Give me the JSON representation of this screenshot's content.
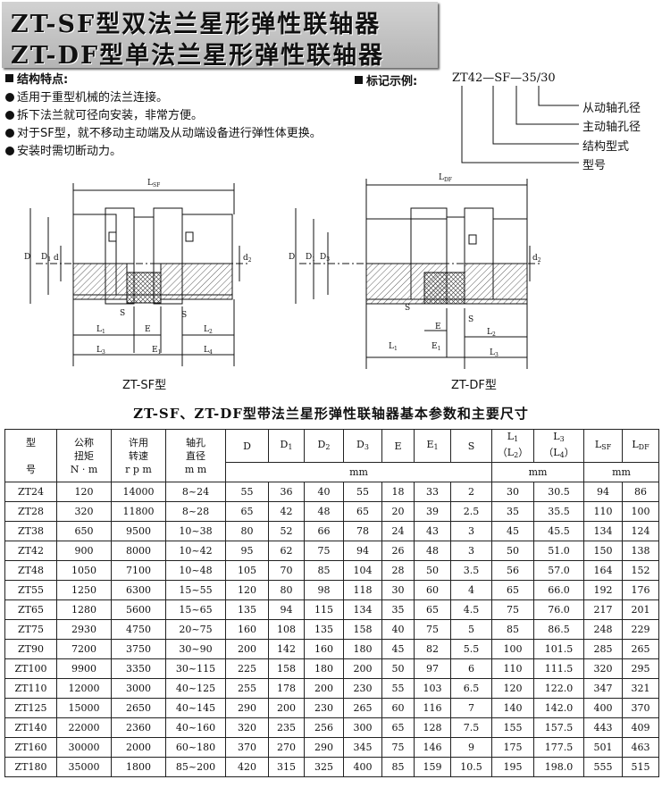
{
  "title": {
    "line1": "ZT-SF型双法兰星形弹性联轴器",
    "line2": "ZT-DF型单法兰星形弹性联轴器"
  },
  "features": {
    "heading": "结构特点:",
    "items": [
      "适用于重型机械的法兰连接。",
      "拆下法兰就可径向安装，非常方便。",
      "对于SF型，就不移动主动端及从动端设备进行弹性体更换。",
      "安装时需切断动力。"
    ]
  },
  "example": {
    "heading": "标记示例:",
    "code": "ZT42—SF—35/30",
    "labels": [
      "从动轴孔径",
      "主动轴孔径",
      "结构型式",
      "型号"
    ]
  },
  "drawings": {
    "sf_caption": "ZT-SF型",
    "df_caption": "ZT-DF型",
    "sf_labels": {
      "lsf": "L",
      "lsf_sub": "SF",
      "d_outer": "D",
      "d1": "D",
      "d1_sub": "1",
      "d_bore": "d",
      "d_bore2": "d",
      "d_bore2_sub": "2",
      "s1": "S",
      "s2": "S",
      "l1": "L",
      "l1_sub": "1",
      "e": "E",
      "l2": "L",
      "l2_sub": "2",
      "l3": "L",
      "l3_sub": "3",
      "e1": "E",
      "e1_sub": "1",
      "l4": "L",
      "l4_sub": "4"
    },
    "df_labels": {
      "ldf": "L",
      "ldf_sub": "DF",
      "d_outer": "D",
      "d1": "D",
      "d1_sub": "1",
      "d3": "D",
      "d3_sub": "3",
      "d_bore2": "d",
      "d_bore2_sub": "2",
      "s1": "S",
      "s2": "S",
      "e": "E",
      "l2": "L",
      "l2_sub": "2",
      "l1": "L",
      "l1_sub": "1",
      "e1": "E",
      "e1_sub": "1",
      "l3": "L",
      "l3_sub": "3"
    }
  },
  "table": {
    "title": "ZT-SF、ZT-DF型带法兰星形弹性联轴器基本参数和主要尺寸",
    "headers": {
      "model_top": "型",
      "model_bottom": "号",
      "torque_1": "公称",
      "torque_2": "扭矩",
      "torque_unit": "N · m",
      "speed_1": "许用",
      "speed_2": "转速",
      "speed_unit": "r p m",
      "bore_1": "轴孔",
      "bore_2": "直径",
      "bore_unit": "m m",
      "D": "D",
      "D1": "D",
      "D1_sub": "1",
      "D2": "D",
      "D2_sub": "2",
      "D3": "D",
      "D3_sub": "3",
      "E": "E",
      "E1": "E",
      "E1_sub": "1",
      "S": "S",
      "L1": "L",
      "L1_sub": "1",
      "L2": "（L",
      "L2_sub": "2",
      "L2_close": "）",
      "L3": "L",
      "L3_sub": "3",
      "L4": "（L",
      "L4_sub": "4",
      "L4_close": "）",
      "LSF": "L",
      "LSF_sub": "SF",
      "LDF": "L",
      "LDF_sub": "DF",
      "unit_mm_1": "mm",
      "unit_mm_2": "mm",
      "unit_mm_3": "mm"
    },
    "rows": [
      [
        "ZT24",
        "120",
        "14000",
        "8~24",
        "55",
        "36",
        "40",
        "55",
        "18",
        "33",
        "2",
        "30",
        "30.5",
        "94",
        "86"
      ],
      [
        "ZT28",
        "320",
        "11800",
        "8~28",
        "65",
        "42",
        "48",
        "65",
        "20",
        "39",
        "2.5",
        "35",
        "35.5",
        "110",
        "100"
      ],
      [
        "ZT38",
        "650",
        "9500",
        "10~38",
        "80",
        "52",
        "66",
        "78",
        "24",
        "43",
        "3",
        "45",
        "45.5",
        "134",
        "124"
      ],
      [
        "ZT42",
        "900",
        "8000",
        "10~42",
        "95",
        "62",
        "75",
        "94",
        "26",
        "48",
        "3",
        "50",
        "51.0",
        "150",
        "138"
      ],
      [
        "ZT48",
        "1050",
        "7100",
        "10~48",
        "105",
        "70",
        "85",
        "104",
        "28",
        "50",
        "3.5",
        "56",
        "57.0",
        "164",
        "152"
      ],
      [
        "ZT55",
        "1250",
        "6300",
        "15~55",
        "120",
        "80",
        "98",
        "118",
        "30",
        "60",
        "4",
        "65",
        "66.0",
        "192",
        "176"
      ],
      [
        "ZT65",
        "1280",
        "5600",
        "15~65",
        "135",
        "94",
        "115",
        "134",
        "35",
        "65",
        "4.5",
        "75",
        "76.0",
        "217",
        "201"
      ],
      [
        "ZT75",
        "2930",
        "4750",
        "20~75",
        "160",
        "108",
        "135",
        "158",
        "40",
        "75",
        "5",
        "85",
        "86.5",
        "248",
        "229"
      ],
      [
        "ZT90",
        "7200",
        "3750",
        "30~90",
        "200",
        "142",
        "160",
        "180",
        "45",
        "82",
        "5.5",
        "100",
        "101.5",
        "285",
        "265"
      ],
      [
        "ZT100",
        "9900",
        "3350",
        "30~115",
        "225",
        "158",
        "180",
        "200",
        "50",
        "97",
        "6",
        "110",
        "111.5",
        "320",
        "295"
      ],
      [
        "ZT110",
        "12000",
        "3000",
        "40~125",
        "255",
        "178",
        "200",
        "230",
        "55",
        "103",
        "6.5",
        "120",
        "122.0",
        "347",
        "321"
      ],
      [
        "ZT125",
        "15000",
        "2650",
        "40~145",
        "290",
        "200",
        "230",
        "265",
        "60",
        "116",
        "7",
        "140",
        "142.0",
        "400",
        "370"
      ],
      [
        "ZT140",
        "22000",
        "2360",
        "40~160",
        "320",
        "235",
        "256",
        "300",
        "65",
        "128",
        "7.5",
        "155",
        "157.5",
        "443",
        "409"
      ],
      [
        "ZT160",
        "30000",
        "2000",
        "60~180",
        "370",
        "270",
        "290",
        "345",
        "75",
        "146",
        "9",
        "175",
        "177.5",
        "501",
        "463"
      ],
      [
        "ZT180",
        "35000",
        "1800",
        "85~200",
        "420",
        "315",
        "325",
        "400",
        "85",
        "159",
        "10.5",
        "195",
        "198.0",
        "555",
        "515"
      ]
    ]
  }
}
